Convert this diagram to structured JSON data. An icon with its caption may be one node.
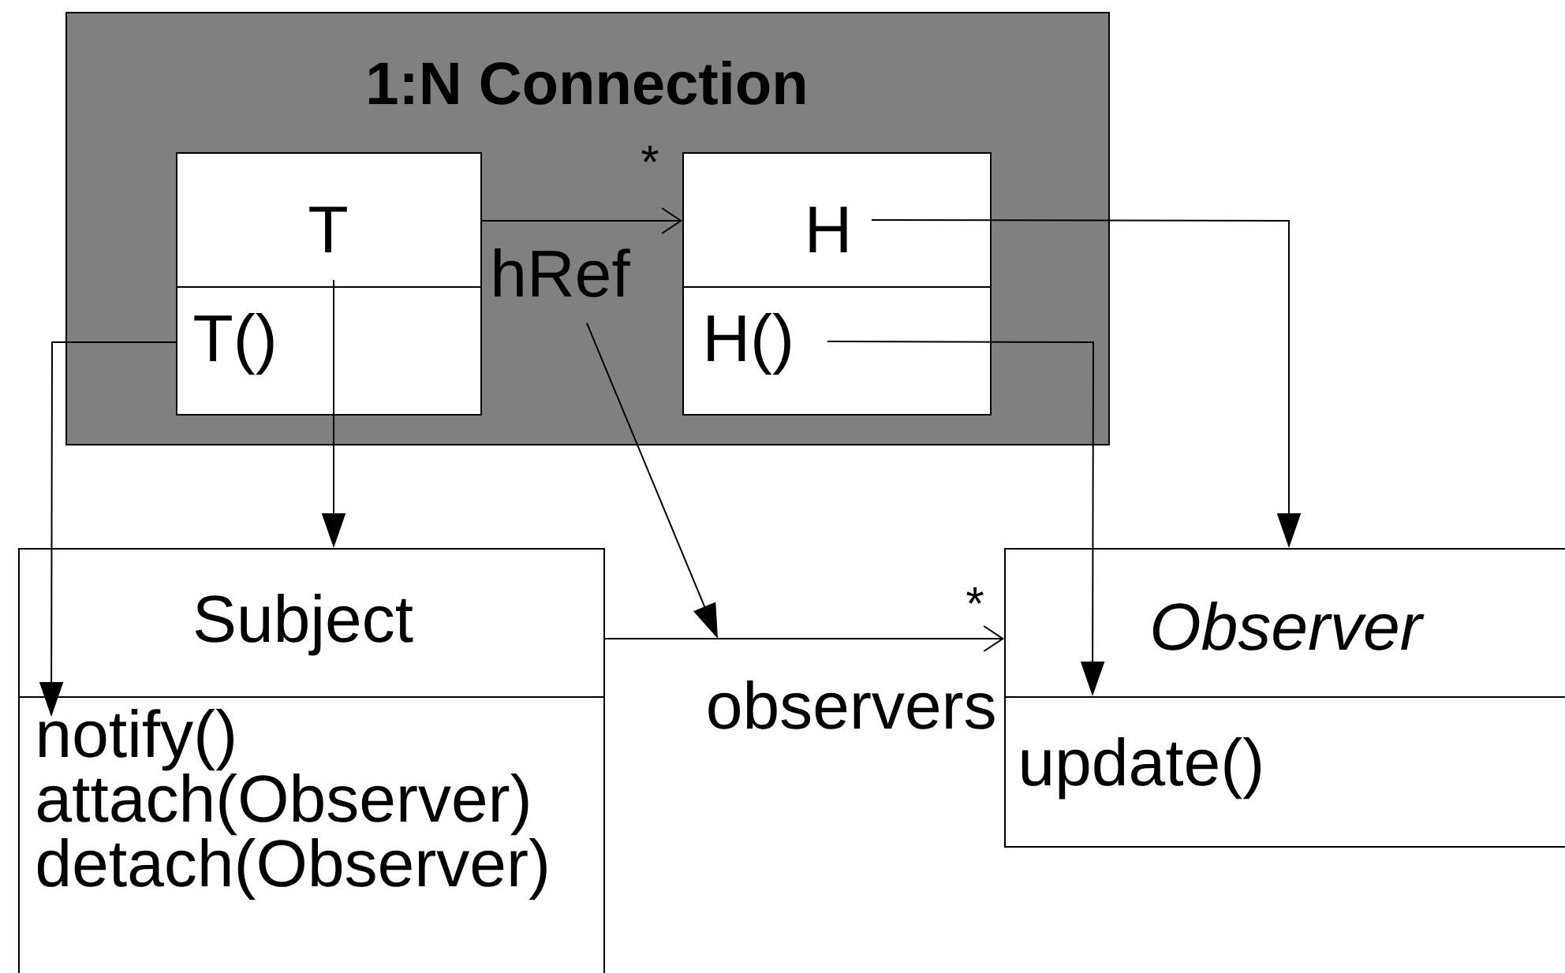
{
  "diagram": {
    "nodes": [
      {
        "text": [
          "1:N Connection"
        ]
      },
      {
        "text": [
          "T",
          "T()"
        ],
        "in": 0
      },
      {
        "text": [
          "H",
          "H()"
        ],
        "in": 0
      },
      {
        "text": [
          "Subject",
          "notify()",
          "attach(Observer)",
          "detach(Observer)"
        ]
      },
      {
        "text": [
          "Observer",
          "update()"
        ]
      },
      {
        "text": [
          "hRef"
        ],
        "in": 0
      },
      {
        "text": [
          "observers"
        ]
      }
    ],
    "edges": [
      {
        "from": 1,
        "to": 2,
        "arrow": "to"
      },
      {
        "from": 1,
        "to": 3,
        "arrow": "to"
      },
      {
        "from": 1,
        "to": 3,
        "arrow": "to"
      },
      {
        "from": 5,
        "to": 6,
        "arrow": "to"
      },
      {
        "from": 2,
        "to": 4,
        "arrow": "to"
      },
      {
        "from": 2,
        "to": 4,
        "arrow": "to"
      },
      {
        "from": 3,
        "to": 4,
        "arrow": "to"
      }
    ],
    "labels": [
      "*",
      "*"
    ]
  }
}
